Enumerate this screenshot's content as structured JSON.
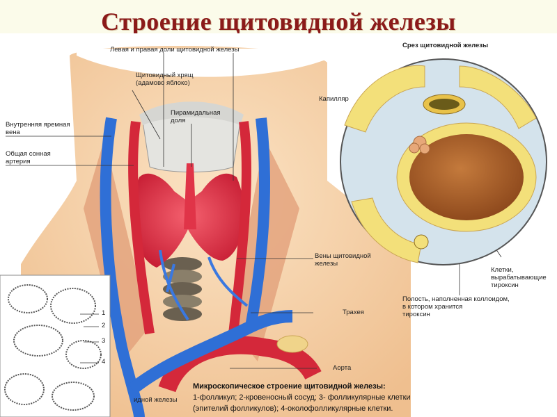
{
  "title": "Строение щитовидной железы",
  "labels": {
    "lobes": "Левая и правая доли щитовидной железы",
    "cartilage_1": "Щитовидный хрящ",
    "cartilage_2": "(адамово яблоко)",
    "pyramidal_1": "Пирамидальная",
    "pyramidal_2": "доля",
    "jugular_1": "Внутренняя яремная",
    "jugular_2": "вена",
    "carotid_1": "Общая сонная",
    "carotid_2": "артерия",
    "section": "Срез щитовидной железы",
    "capillary": "Капилляр",
    "thyroid_veins_1": "Вены щитовидной",
    "thyroid_veins_2": "железы",
    "trachea": "Трахея",
    "aorta": "Аорта",
    "cells_1": "Клетки,",
    "cells_2": "вырабатывающие",
    "cells_3": "тироксин",
    "cavity_1": "Полость, наполненная коллоидом,",
    "cavity_2": "в котором хранится",
    "cavity_3": "тироксин",
    "gland_partial": "идной железы"
  },
  "micro_numbers": [
    "1",
    "2",
    "3",
    "4"
  ],
  "caption": {
    "heading": "Микроскопическое строение щитовидной железы:",
    "line1": "1-фолликул; 2-кровеносный сосуд; 3- фолликулярные клетки",
    "line2": "(эпителий фолликулов); 4-околофолликулярные клетки."
  },
  "colors": {
    "title": "#8b1a1a",
    "vein": "#2f6fd6",
    "artery": "#d4283a",
    "gland": "#e8364a",
    "skin": "#f6d2a8",
    "colloid": "#b5652a",
    "epithelium": "#f3e07a"
  }
}
